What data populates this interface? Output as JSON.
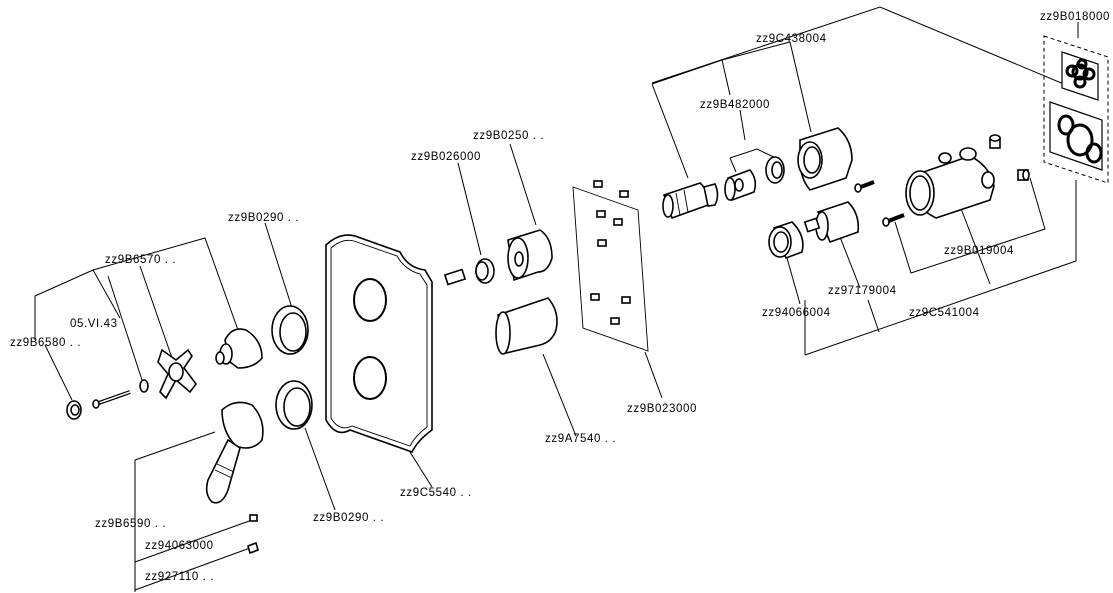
{
  "labels": {
    "zz9b018000": "zz9B018000",
    "zz9c438004": "zz9C438004",
    "zz9b482000": "zz9B482000",
    "zz9b0250": "zz9B0250 . .",
    "zz9b026000": "zz9B026000",
    "zz9b0290_top": "zz9B0290 . .",
    "zz9b6570": "zz9B6570 . .",
    "vi43": "05.VI.43",
    "zz9b6580": "zz9B6580 . .",
    "zz9b019004": "zz9B019004",
    "zz97179004": "zz97179004",
    "zz94066004": "zz94066004",
    "zz9c541004": "zz9C541004",
    "zz9b023000": "zz9B023000",
    "zz9a7540": "zz9A7540 . .",
    "zz9c5540": "zz9C5540 . .",
    "zz9b0290_bottom": "zz9B0290 . .",
    "zz9b6590": "zz9B6590 . .",
    "zz94063000": "zz94063000",
    "zz927110": "zz927110 . ."
  }
}
